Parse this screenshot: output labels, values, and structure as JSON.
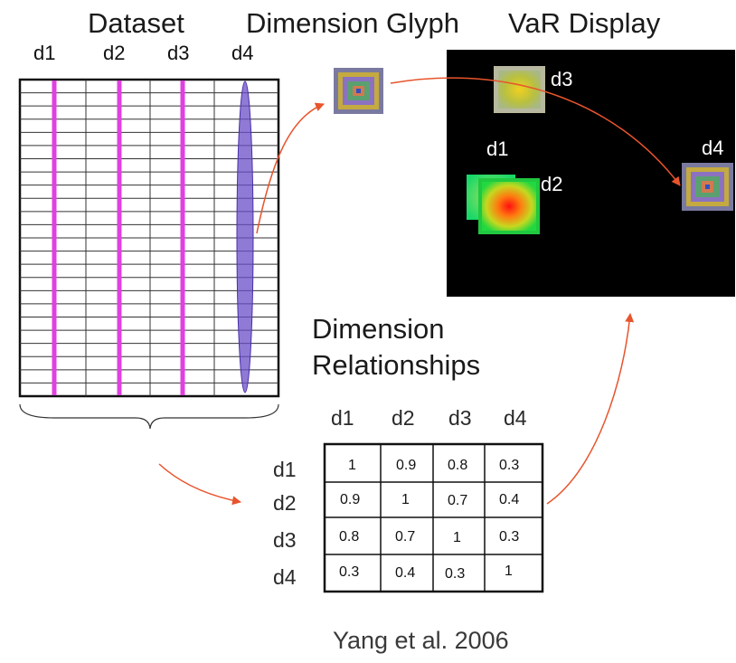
{
  "titles": {
    "dataset": "Dataset",
    "glyph": "Dimension Glyph",
    "var_display": "VaR Display",
    "relationships_line1": "Dimension",
    "relationships_line2": "Relationships"
  },
  "dataset": {
    "columns": [
      "d1",
      "d2",
      "d3",
      "d4"
    ],
    "highlighted_column": "d4"
  },
  "var_display": {
    "labels": [
      "d1",
      "d2",
      "d3",
      "d4"
    ]
  },
  "matrix": {
    "headers": [
      "d1",
      "d2",
      "d3",
      "d4"
    ],
    "rows": [
      {
        "label": "d1",
        "values": [
          "1",
          "0.9",
          "0.8",
          "0.3"
        ]
      },
      {
        "label": "d2",
        "values": [
          "0.9",
          "1",
          "0.7",
          "0.4"
        ]
      },
      {
        "label": "d3",
        "values": [
          "0.8",
          "0.7",
          "1",
          "0.3"
        ]
      },
      {
        "label": "d4",
        "values": [
          "0.3",
          "0.4",
          "0.3",
          "1"
        ]
      }
    ]
  },
  "citation": "Yang et al. 2006",
  "colors": {
    "dimension_line": "#e040e0",
    "highlight_ellipse": "#6a4fc8",
    "arrow": "#e8542c",
    "display_background": "#000000",
    "grid_line": "#333333"
  }
}
